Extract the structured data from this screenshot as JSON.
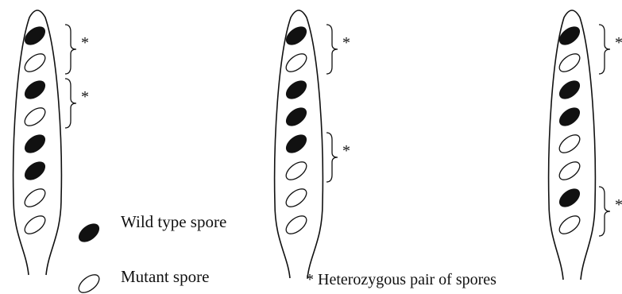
{
  "legend": {
    "wild_type_label": "Wild type spore",
    "mutant_label": "Mutant spore",
    "heterozygous_label": "* Heterozygous pair of spores"
  },
  "marker": "*",
  "colors": {
    "ink": "#111111",
    "background": "#ffffff"
  },
  "asci": [
    {
      "spores": [
        "wild",
        "mutant",
        "wild",
        "mutant",
        "wild",
        "wild",
        "mutant",
        "mutant"
      ],
      "heterozygous_pairs": [
        1,
        2
      ]
    },
    {
      "spores": [
        "wild",
        "mutant",
        "wild",
        "wild",
        "wild",
        "mutant",
        "mutant",
        "mutant"
      ],
      "heterozygous_pairs": [
        1,
        3
      ]
    },
    {
      "spores": [
        "wild",
        "mutant",
        "wild",
        "wild",
        "mutant",
        "mutant",
        "wild",
        "mutant"
      ],
      "heterozygous_pairs": [
        1,
        4
      ]
    }
  ]
}
